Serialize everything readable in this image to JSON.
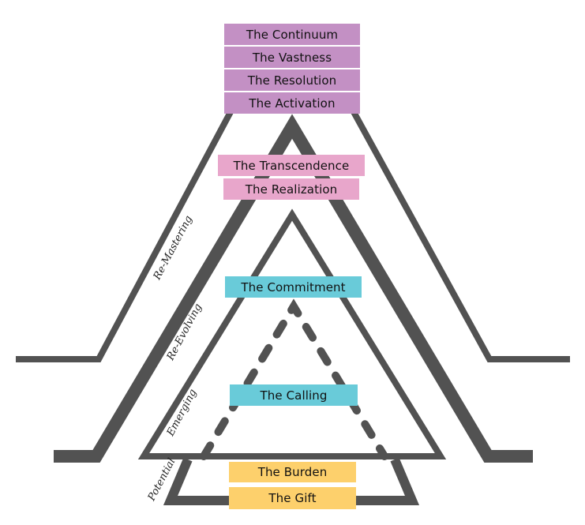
{
  "diagram": {
    "levels": {
      "top": [
        {
          "label": "The Continuum"
        },
        {
          "label": "The Vastness"
        },
        {
          "label": "The Resolution"
        },
        {
          "label": "The Activation"
        }
      ],
      "upper": [
        {
          "label": "The Transcendence"
        },
        {
          "label": "The Realization"
        }
      ],
      "middle": [
        {
          "label": "The Commitment"
        },
        {
          "label": "The Calling"
        }
      ],
      "base": [
        {
          "label": "The Burden"
        },
        {
          "label": "The Gift"
        }
      ]
    },
    "phases": {
      "remastering": "Re-Mastering",
      "reevolving": "Re-Evolving",
      "emerging": "Emerging",
      "potential": "Potential"
    },
    "colors": {
      "top": "#c390c4",
      "upper": "#e8a6cb",
      "middle": "#69cbd9",
      "base": "#fdd06c",
      "line": "#525252"
    }
  }
}
